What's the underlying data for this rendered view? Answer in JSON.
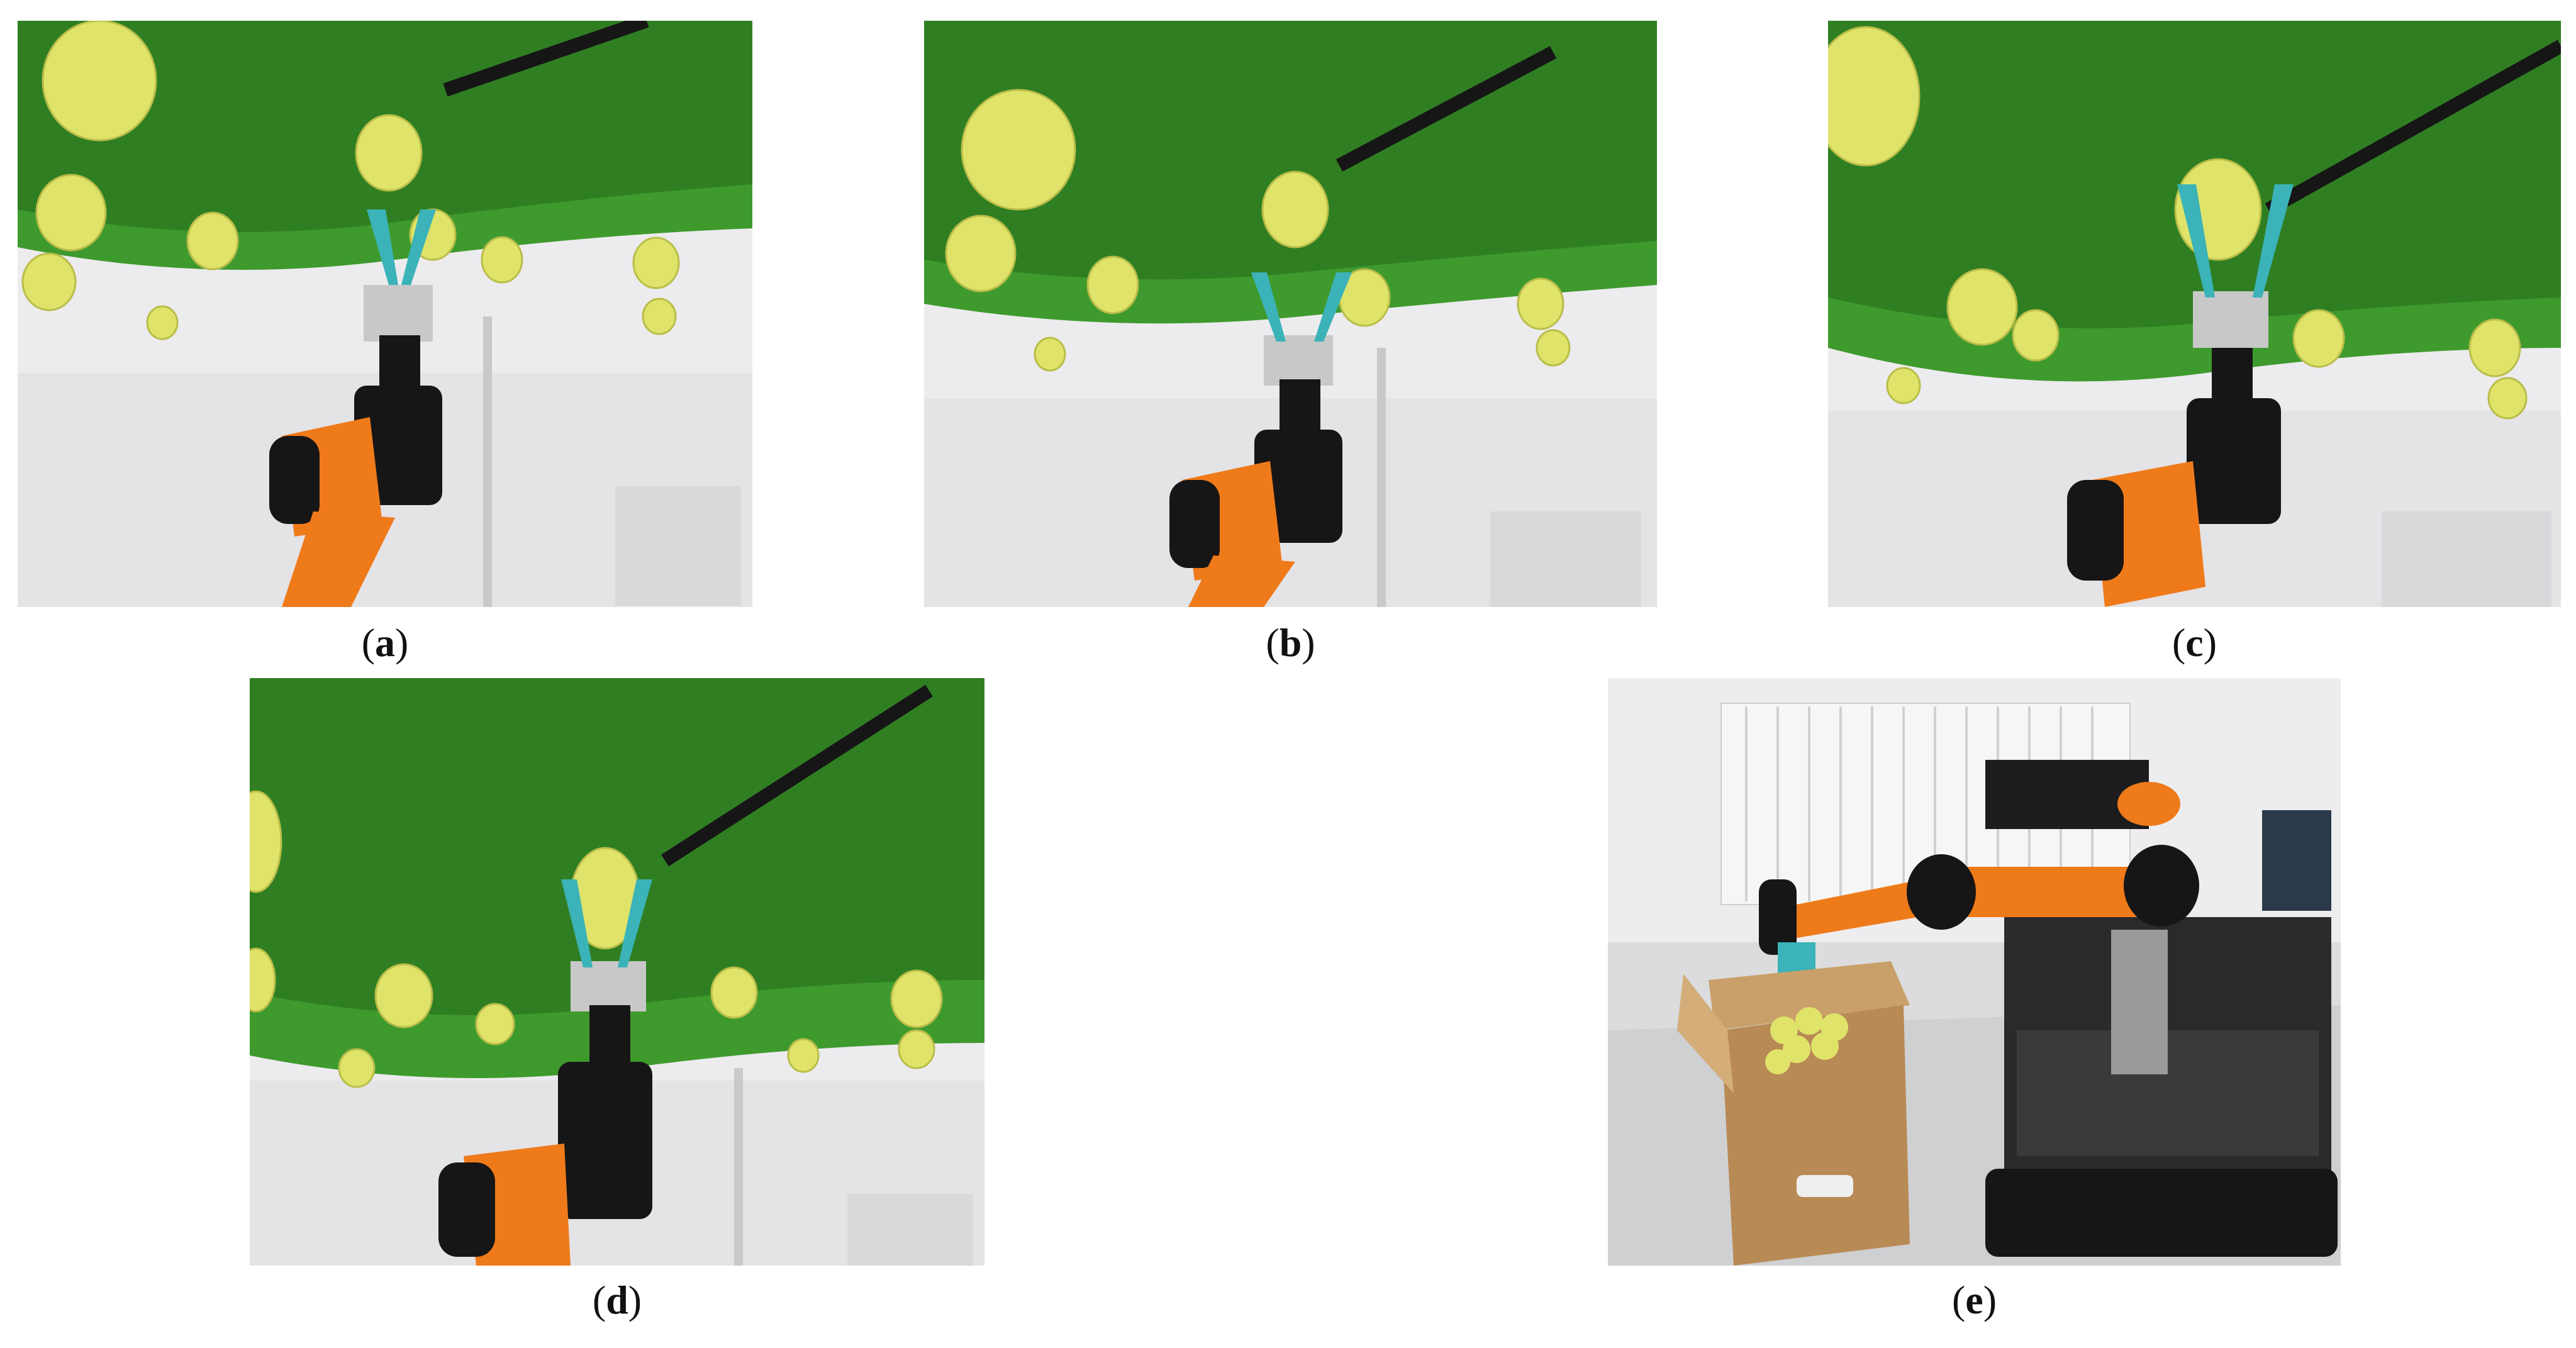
{
  "figure": {
    "panels": [
      {
        "id": "a",
        "caption_open": "(",
        "caption_letter": "a",
        "caption_close": ")"
      },
      {
        "id": "b",
        "caption_open": "(",
        "caption_letter": "b",
        "caption_close": ")"
      },
      {
        "id": "c",
        "caption_open": "(",
        "caption_letter": "c",
        "caption_close": ")"
      },
      {
        "id": "d",
        "caption_open": "(",
        "caption_letter": "d",
        "caption_close": ")"
      },
      {
        "id": "e",
        "caption_open": "(",
        "caption_letter": "e",
        "caption_close": ")"
      }
    ]
  },
  "colors": {
    "wall": "#ecebee",
    "leaf": "#3f9a2e",
    "leaf_dark": "#23691c",
    "pear": "#dfe36a",
    "arm_orange": "#ef7a1a",
    "gripper_teal": "#3bb3b8",
    "joint_black": "#161616"
  }
}
